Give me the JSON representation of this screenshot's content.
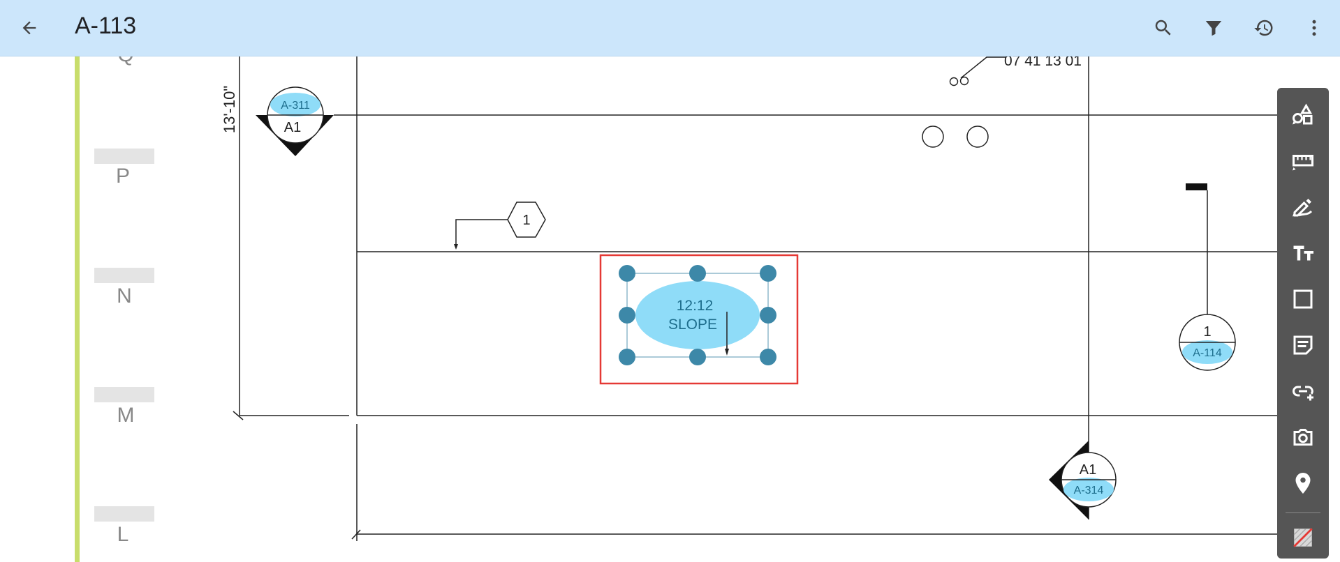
{
  "appbar": {
    "title": "A-113",
    "back_icon": "arrow-back-icon",
    "actions": [
      "search-icon",
      "filter-icon",
      "history-icon",
      "more-vert-icon"
    ],
    "background": "#cce6fb"
  },
  "drawing": {
    "grid_rows": [
      "Q",
      "P",
      "N",
      "M",
      "L"
    ],
    "dimension_label": "13'-10\"",
    "spec_label": "07 41 13 01",
    "keynote_label": "1",
    "section_marker_top": {
      "sheet": "A-311",
      "detail": "A1"
    },
    "section_marker_bottom": {
      "sheet": "A-314",
      "detail": "A1"
    },
    "elevation_marker": {
      "detail": "1",
      "sheet": "A-114"
    },
    "selected_annotation": {
      "line1": "12:12",
      "line2": "SLOPE"
    },
    "colors": {
      "highlight": "#8fdcf8",
      "handle": "#3d88a8",
      "selection_border": "#e53935",
      "grid_band": "#c8dd6b"
    }
  },
  "toolbar": {
    "tools": [
      "shapes-icon",
      "measure-icon",
      "pen-icon",
      "text-icon",
      "rectangle-icon",
      "note-icon",
      "link-icon",
      "camera-icon",
      "location-pin-icon",
      "hatch-icon"
    ]
  }
}
